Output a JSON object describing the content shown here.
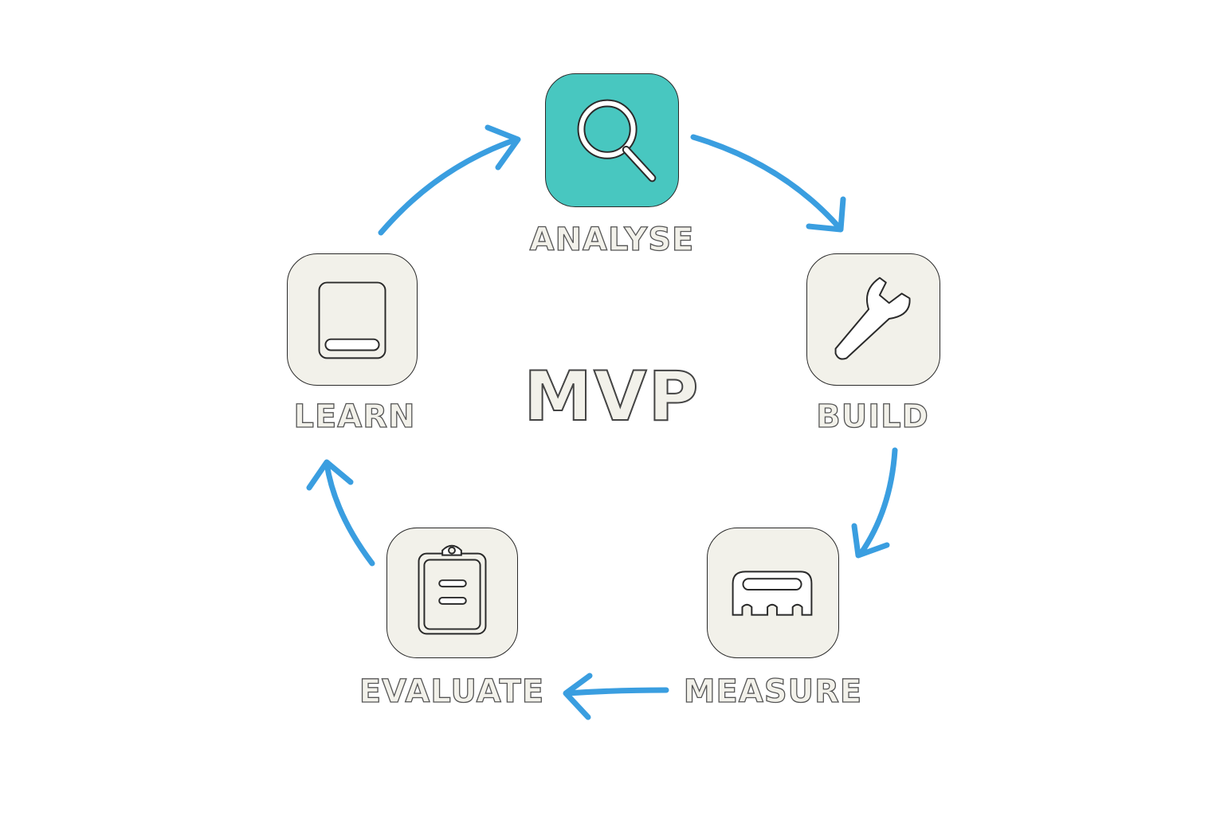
{
  "center_label": "MVP",
  "steps": [
    {
      "label": "ANALYSE",
      "icon": "magnifier-icon",
      "highlighted": true
    },
    {
      "label": "BUILD",
      "icon": "wrench-icon"
    },
    {
      "label": "MEASURE",
      "icon": "measure-icon"
    },
    {
      "label": "EVALUATE",
      "icon": "clipboard-icon"
    },
    {
      "label": "LEARN",
      "icon": "book-icon"
    }
  ],
  "colors": {
    "accent": "#48c7c0",
    "arrow": "#3a9ee0",
    "tile": "#f2f1ea"
  }
}
